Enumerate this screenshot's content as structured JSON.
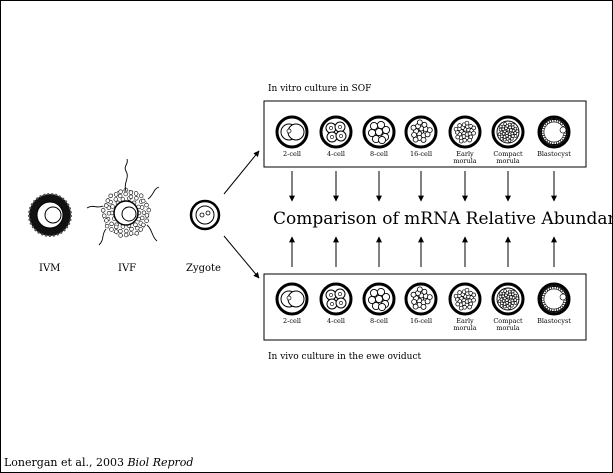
{
  "top_box": {
    "label": "In vitro culture in SOF",
    "stages": [
      "2-cell",
      "4-cell",
      "8-cell",
      "16-cell",
      "Early morula",
      "Compact morula",
      "Blastocyst"
    ]
  },
  "bottom_box": {
    "label": "In vivo culture in the ewe oviduct",
    "stages": [
      "2-cell",
      "4-cell",
      "8-cell",
      "16-cell",
      "Early morula",
      "Compact morula",
      "Blastocyst"
    ]
  },
  "left_stages": [
    "IVM",
    "IVF",
    "Zygote"
  ],
  "center_title": "Comparison of mRNA Relative Abundance",
  "citation": {
    "authors": "Lonergan et al., 2003 ",
    "journal": "Biol Reprod"
  }
}
